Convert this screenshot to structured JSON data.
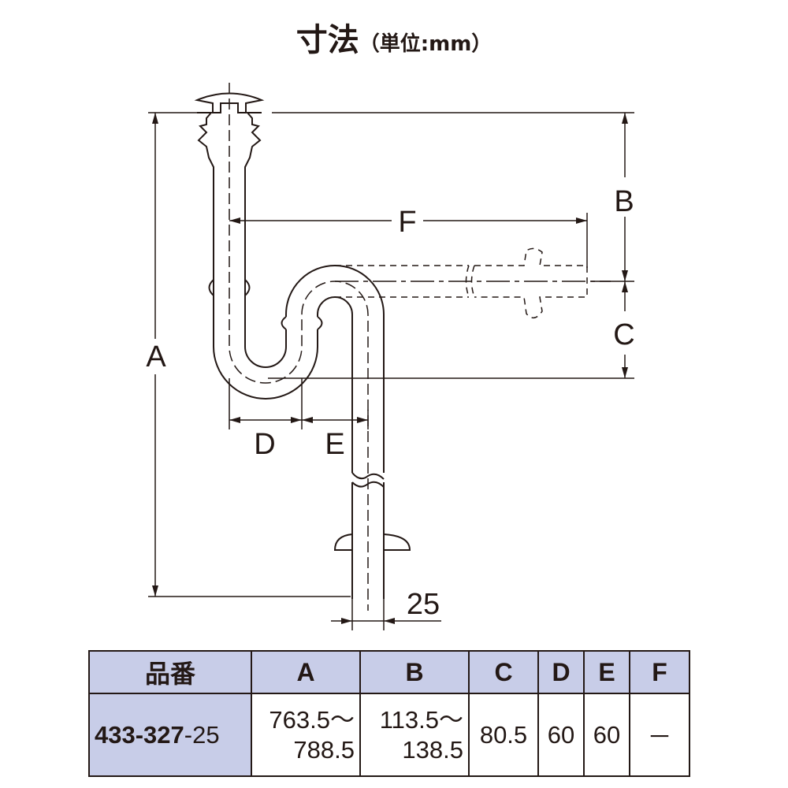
{
  "title": {
    "main": "寸法",
    "unit": "（単位:mm）"
  },
  "diagram": {
    "labels": {
      "A": "A",
      "B": "B",
      "C": "C",
      "D": "D",
      "E": "E",
      "F": "F",
      "pipe_dia": "25"
    }
  },
  "table": {
    "headers": [
      "品番",
      "A",
      "B",
      "C",
      "D",
      "E",
      "F"
    ],
    "row": {
      "part_bold": "433-327",
      "part_suffix": "-25",
      "A_min": "763.5～",
      "A_max": "788.5",
      "B_min": "113.5～",
      "B_max": "138.5",
      "C": "80.5",
      "D": "60",
      "E": "60",
      "F": "－"
    }
  },
  "colors": {
    "header_bg": "#c8cde8",
    "line": "#231815"
  }
}
